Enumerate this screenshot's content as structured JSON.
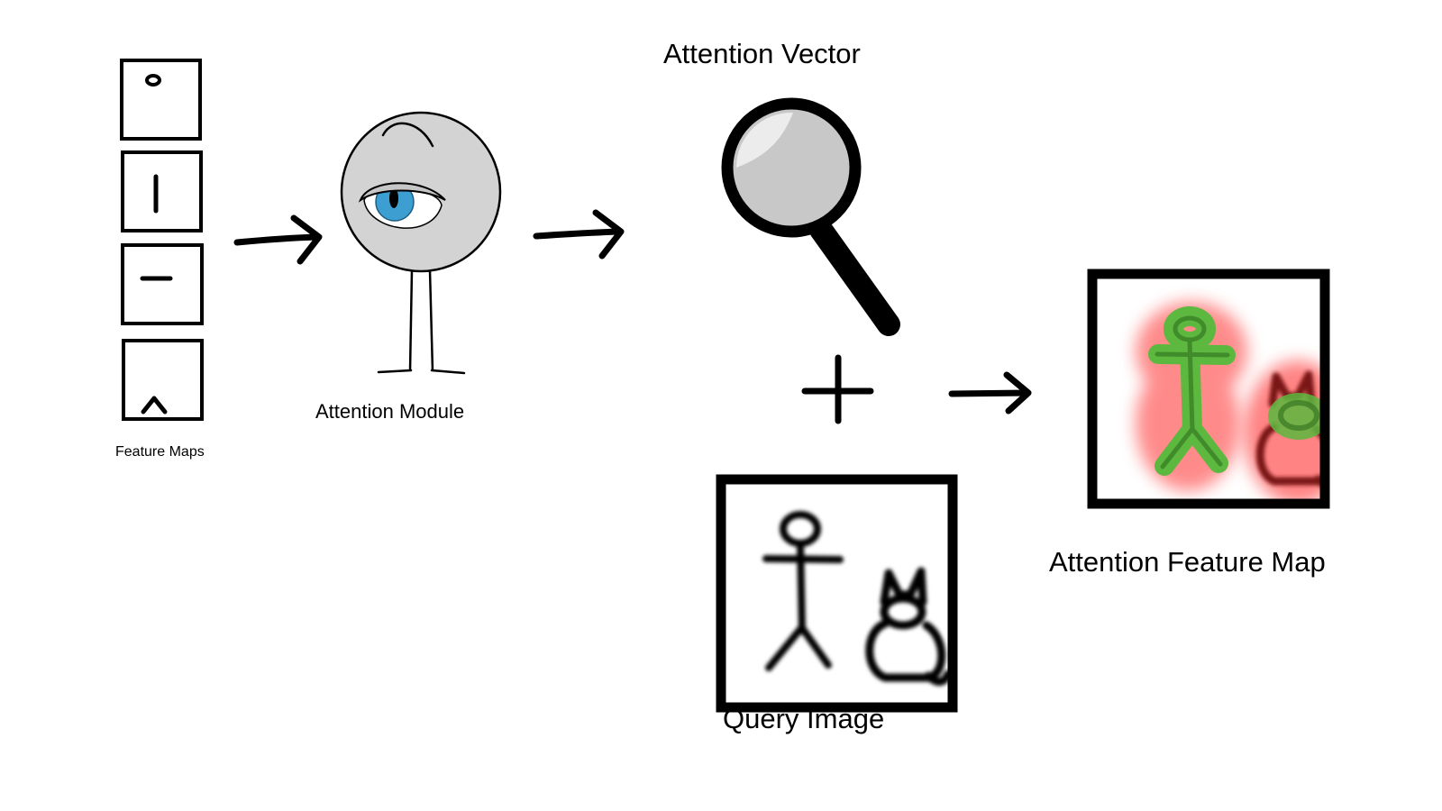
{
  "labels": {
    "feature_maps": "Feature Maps",
    "attention_module": "Attention Module",
    "attention_vector": "Attention Vector",
    "query_image": "Query Image",
    "attention_feature_map": "Attention Feature Map"
  },
  "colors": {
    "eye_iris": "#3d9fd1",
    "module_body": "#d3d3d3",
    "lens": "#c8c8c8",
    "highlight_green": "#5cb83e",
    "highlight_red": "#ff5a5a",
    "cat_dark_red": "#7a1212"
  },
  "icons": {
    "module": "eyeball-creature-icon",
    "vector": "magnifying-glass-icon",
    "combine": "plus-icon"
  }
}
